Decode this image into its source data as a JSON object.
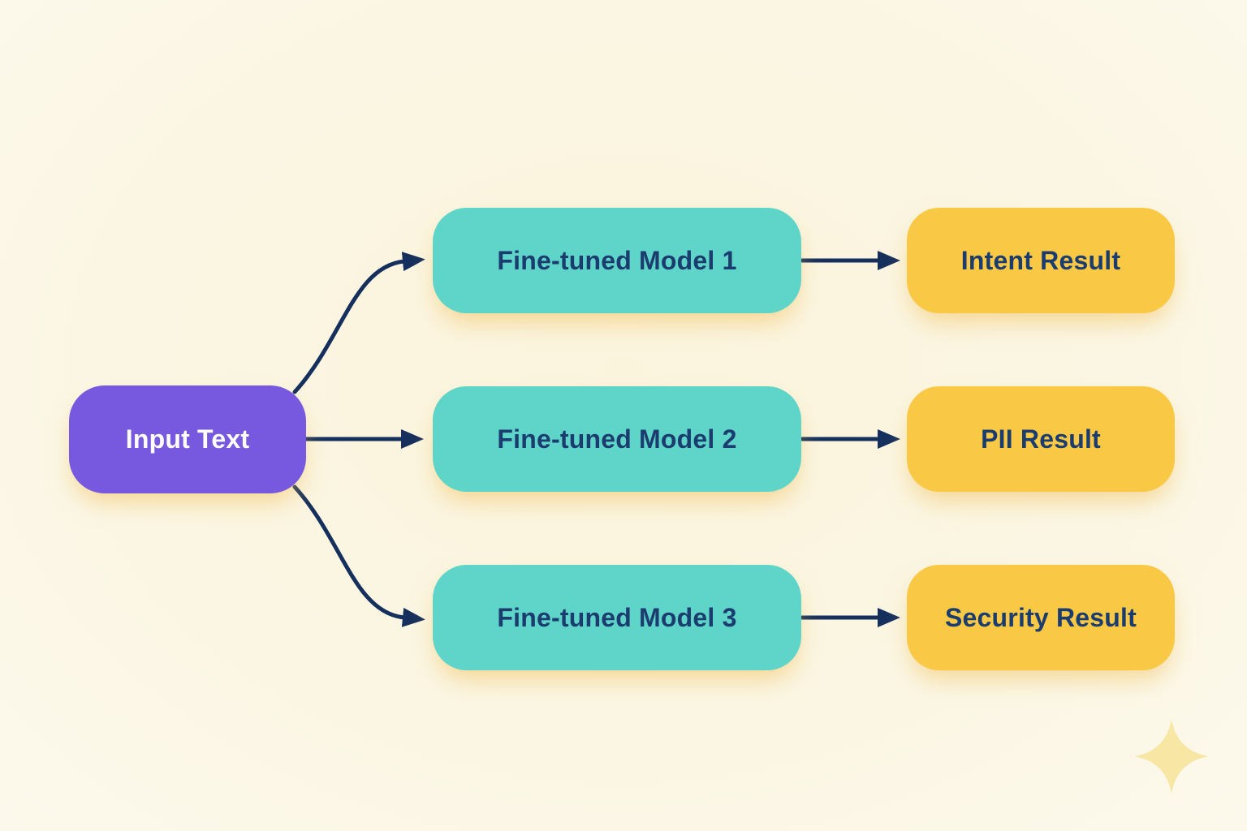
{
  "diagram": {
    "background_color": "#FBF6E3",
    "arrow_color": "#16305E",
    "nodes": {
      "input": {
        "label": "Input Text",
        "fill": "#7659DE",
        "text_color": "#FFFFFF"
      },
      "model1": {
        "label": "Fine-tuned Model 1",
        "fill": "#5FD4C8",
        "text_color": "#1B3C6E"
      },
      "model2": {
        "label": "Fine-tuned Model 2",
        "fill": "#5FD4C8",
        "text_color": "#1B3C6E"
      },
      "model3": {
        "label": "Fine-tuned Model 3",
        "fill": "#5FD4C8",
        "text_color": "#1B3C6E"
      },
      "result1": {
        "label": "Intent Result",
        "fill": "#F9C845",
        "text_color": "#1B3C6E"
      },
      "result2": {
        "label": "PII Result",
        "fill": "#F9C845",
        "text_color": "#1B3C6E"
      },
      "result3": {
        "label": "Security Result",
        "fill": "#F9C845",
        "text_color": "#1B3C6E"
      }
    },
    "edges": [
      {
        "from": "Input Text",
        "to": "Fine-tuned Model 1"
      },
      {
        "from": "Input Text",
        "to": "Fine-tuned Model 2"
      },
      {
        "from": "Input Text",
        "to": "Fine-tuned Model 3"
      },
      {
        "from": "Fine-tuned Model 1",
        "to": "Intent Result"
      },
      {
        "from": "Fine-tuned Model 2",
        "to": "PII Result"
      },
      {
        "from": "Fine-tuned Model 3",
        "to": "Security Result"
      }
    ],
    "icons": {
      "sparkle": {
        "name": "sparkle-icon",
        "color": "#F8E7A4"
      }
    }
  }
}
